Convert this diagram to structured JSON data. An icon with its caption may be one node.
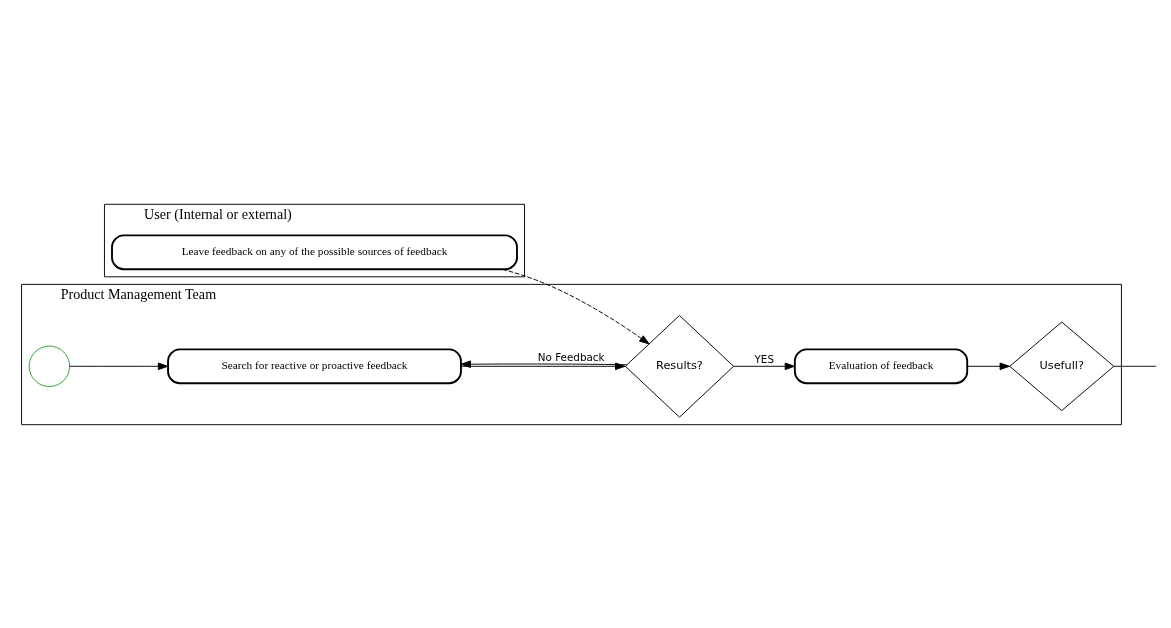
{
  "diagram": {
    "nodes": [
      {
        "text": [
          "User (Internal or external)"
        ]
      },
      {
        "text": [
          "Product Management Team"
        ]
      },
      {
        "text": [
          "Leave feedback on any of the possible sources of feedback"
        ],
        "in": 0
      },
      {
        "text": [],
        "shape": "circle",
        "in": 1
      },
      {
        "text": [
          "Search for reactive or proactive feedback"
        ],
        "in": 1
      },
      {
        "text": [
          "Results?"
        ],
        "in": 1
      },
      {
        "text": [
          "Evaluation of feedback"
        ],
        "in": 1
      },
      {
        "text": [
          "Usefull?"
        ],
        "in": 1
      }
    ],
    "edges": [
      {
        "from": 2,
        "to": 5,
        "arrow": "to",
        "style": "dashed"
      },
      {
        "from": 3,
        "to": 4,
        "arrow": "to"
      },
      {
        "from": 4,
        "to": 5,
        "arrow": "to"
      },
      {
        "from": 5,
        "to": 6,
        "arrow": "to",
        "label": "YES"
      },
      {
        "from": 5,
        "to": 4,
        "arrow": "to",
        "label": "No Feedback"
      },
      {
        "from": 6,
        "to": 7,
        "arrow": "to"
      },
      {
        "from": 7,
        "to": null,
        "arrow": "none"
      }
    ]
  }
}
